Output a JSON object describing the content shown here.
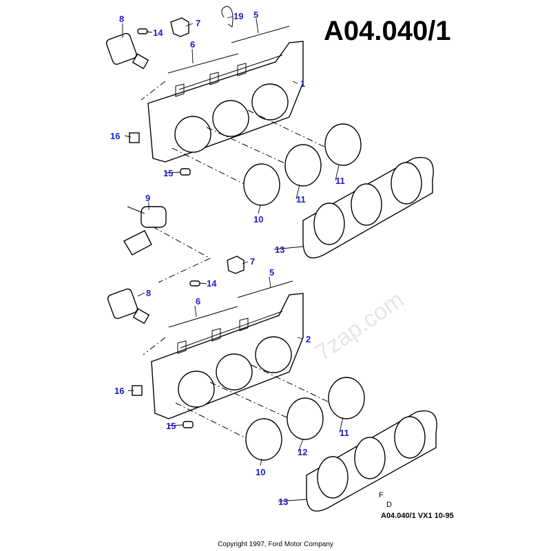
{
  "title": "A04.040/1",
  "footer_code": "A04.040/1 VX1 10-95",
  "copyright": "Copyright 1997, Ford Motor Company",
  "watermark": "7zap.com",
  "orientation_mark": {
    "f": "F",
    "d": "D"
  },
  "callouts_top": [
    "8",
    "14",
    "7",
    "19",
    "5",
    "6",
    "1",
    "16",
    "15",
    "11",
    "11",
    "10",
    "13",
    "9"
  ],
  "callouts_bottom": [
    "7",
    "5",
    "14",
    "8",
    "6",
    "2",
    "16",
    "15",
    "11",
    "12",
    "10",
    "13"
  ],
  "colors": {
    "callout": "#1a1acc",
    "line": "#000000"
  }
}
